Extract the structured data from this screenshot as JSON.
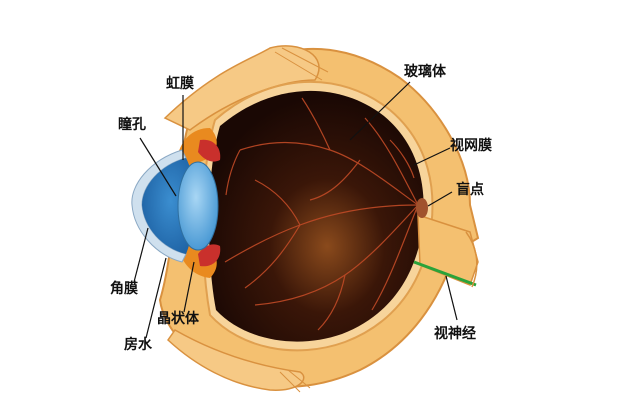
{
  "labels": {
    "iris": "虹膜",
    "pupil": "瞳孔",
    "cornea": "角膜",
    "aqueous_humor": "房水",
    "lens": "晶状体",
    "vitreous_body": "玻璃体",
    "retina": "视网膜",
    "blind_spot": "盲点",
    "optic_nerve": "视神经"
  },
  "colors": {
    "sclera": "#f4c070",
    "sclera_dark": "#e8a452",
    "interior": "#1a0804",
    "interior_glow": "#8a4a1c",
    "vessels": "#c04a26",
    "cornea": "#cfe0ee",
    "aqueous": "#1d6fb5",
    "lens": "#6fb6e6",
    "iris": "#e98a1f",
    "optic_nerve_line": "#2aa33a",
    "leader": "#111111"
  }
}
